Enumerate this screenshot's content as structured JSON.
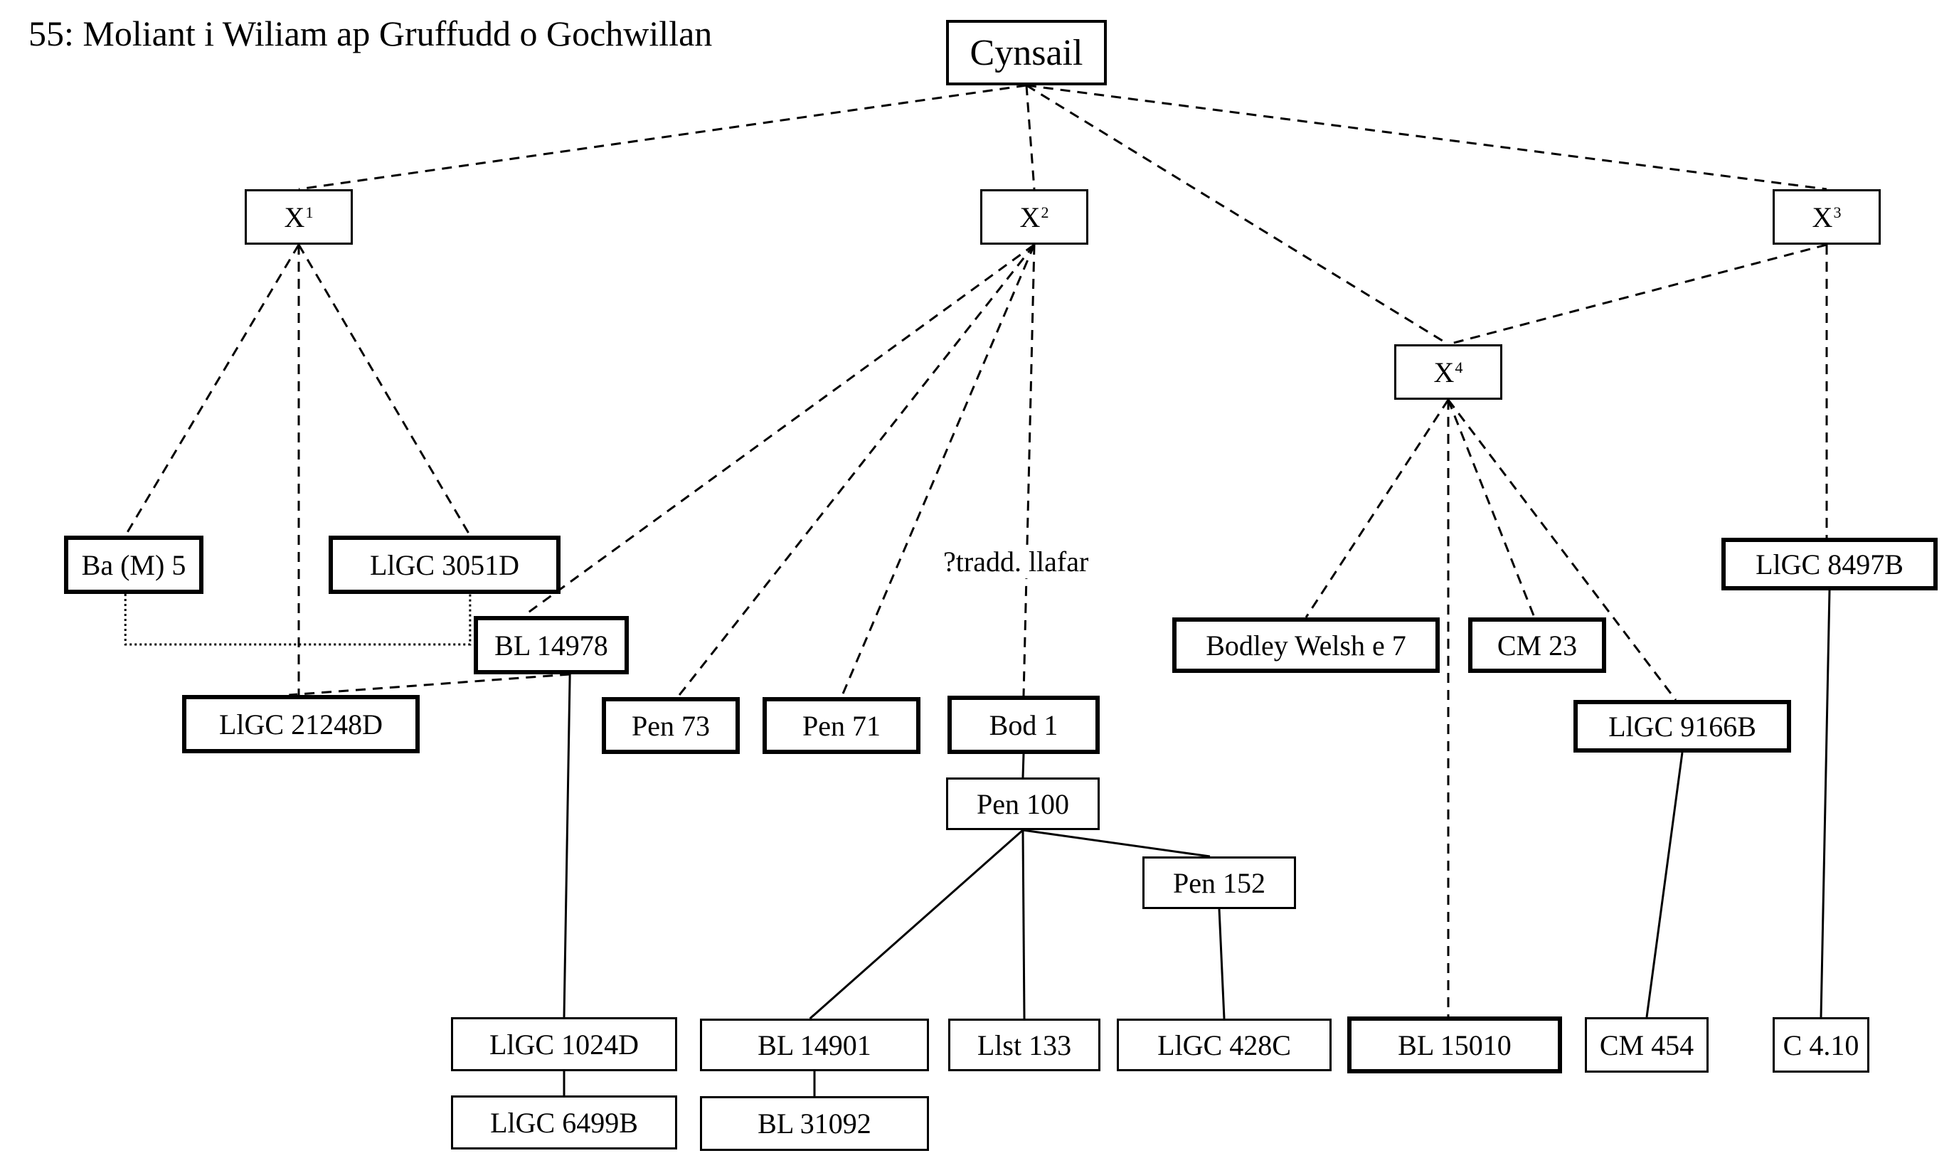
{
  "title": "55: Moliant i Wiliam ap Gruffudd o Gochwillan",
  "nodes": {
    "cynsail": {
      "label": "Cynsail"
    },
    "x1": {
      "label": "X",
      "sup": "1"
    },
    "x2": {
      "label": "X",
      "sup": "2"
    },
    "x3": {
      "label": "X",
      "sup": "3"
    },
    "x4": {
      "label": "X",
      "sup": "4"
    },
    "ba_m_5": {
      "label": "Ba (M) 5"
    },
    "llgc3051d": {
      "label": "LlGC 3051D"
    },
    "bl14978": {
      "label": "BL 14978"
    },
    "llgc21248d": {
      "label": "LlGC 21248D"
    },
    "pen73": {
      "label": "Pen 73"
    },
    "pen71": {
      "label": "Pen 71"
    },
    "bod1": {
      "label": "Bod 1"
    },
    "pen100": {
      "label": "Pen 100"
    },
    "pen152": {
      "label": "Pen 152"
    },
    "bodley": {
      "label": "Bodley Welsh e 7"
    },
    "cm23": {
      "label": "CM 23"
    },
    "llgc9166b": {
      "label": "LlGC 9166B"
    },
    "llgc8497b": {
      "label": "LlGC 8497B"
    },
    "llgc1024d": {
      "label": "LlGC 1024D"
    },
    "llgc6499b": {
      "label": "LlGC 6499B"
    },
    "bl14901": {
      "label": "BL 14901"
    },
    "bl31092": {
      "label": "BL 31092"
    },
    "llst133": {
      "label": "Llst 133"
    },
    "llgc428c": {
      "label": "LlGC 428C"
    },
    "bl15010": {
      "label": "BL 15010"
    },
    "cm454": {
      "label": "CM 454"
    },
    "c410": {
      "label": "C 4.10"
    }
  },
  "annotations": {
    "oral_tradition": "?tradd. llafar"
  },
  "edges": [
    {
      "from": "cynsail",
      "to": "x1",
      "style": "dashed"
    },
    {
      "from": "cynsail",
      "to": "x2",
      "style": "dashed"
    },
    {
      "from": "cynsail",
      "to": "x4",
      "style": "dashed"
    },
    {
      "from": "cynsail",
      "to": "x3",
      "style": "dashed"
    },
    {
      "from": "x3",
      "to": "x4",
      "style": "dashed"
    },
    {
      "from": "x1",
      "to": "ba_m_5",
      "style": "dashed"
    },
    {
      "from": "x1",
      "to": "llgc21248d",
      "style": "dashed"
    },
    {
      "from": "x1",
      "to": "llgc3051d",
      "style": "dashed"
    },
    {
      "from": "ba_m_5",
      "to": "llgc3051d",
      "style": "dotted"
    },
    {
      "from": "bl14978",
      "to": "llgc21248d",
      "style": "dashed"
    },
    {
      "from": "x2",
      "to": "bl14978",
      "style": "dashed"
    },
    {
      "from": "x2",
      "to": "pen73",
      "style": "dashed"
    },
    {
      "from": "x2",
      "to": "pen71",
      "style": "dashed"
    },
    {
      "from": "x2",
      "to": "bod1",
      "style": "dashed",
      "via": "?tradd. llafar"
    },
    {
      "from": "bl14978",
      "to": "llgc1024d",
      "style": "solid"
    },
    {
      "from": "llgc1024d",
      "to": "llgc6499b",
      "style": "solid"
    },
    {
      "from": "bod1",
      "to": "pen100",
      "style": "solid"
    },
    {
      "from": "pen100",
      "to": "bl14901",
      "style": "solid"
    },
    {
      "from": "pen100",
      "to": "llst133",
      "style": "solid"
    },
    {
      "from": "pen100",
      "to": "pen152",
      "style": "solid"
    },
    {
      "from": "pen152",
      "to": "llgc428c",
      "style": "solid"
    },
    {
      "from": "bl14901",
      "to": "bl31092",
      "style": "solid"
    },
    {
      "from": "x4",
      "to": "bodley",
      "style": "dashed"
    },
    {
      "from": "x4",
      "to": "bl15010",
      "style": "dashed"
    },
    {
      "from": "x4",
      "to": "cm23",
      "style": "dashed"
    },
    {
      "from": "x4",
      "to": "llgc9166b",
      "style": "dashed"
    },
    {
      "from": "llgc9166b",
      "to": "cm454",
      "style": "solid"
    },
    {
      "from": "x3",
      "to": "llgc8497b",
      "style": "dashed"
    },
    {
      "from": "llgc8497b",
      "to": "c410",
      "style": "solid"
    }
  ]
}
